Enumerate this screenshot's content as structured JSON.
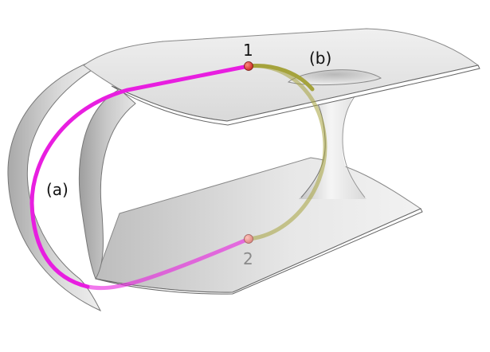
{
  "figure": {
    "point_1_label": "1",
    "point_2_label": "2",
    "path_a_label": "(a)",
    "path_b_label": "(b)"
  },
  "colors": {
    "path_a": "#e81ee0",
    "path_b": "#a5a33c",
    "point_fill": "#e8352c",
    "surface_light": "#f4f4f4",
    "surface_shade": "#a9a9a9",
    "label_text": "#111111",
    "label_faded": "#8a8a8a"
  }
}
